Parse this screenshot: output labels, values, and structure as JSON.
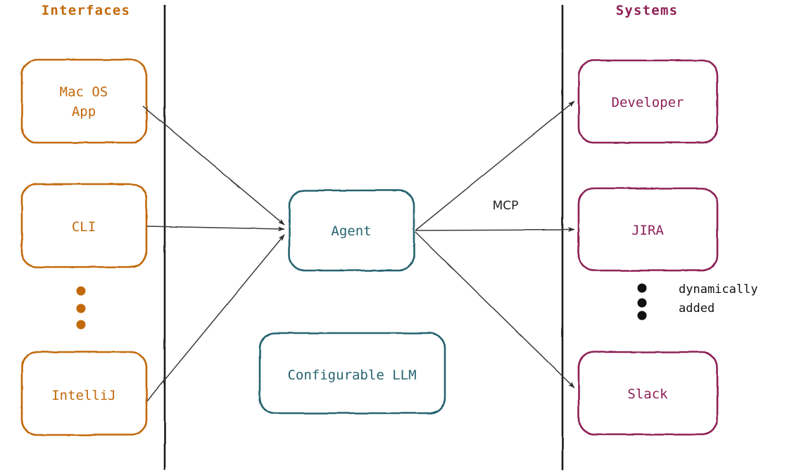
{
  "diagram": {
    "title_left": "Interfaces",
    "title_right": "Systems",
    "colors": {
      "interfaces": "#C2690B",
      "systems": "#8E2157",
      "agent": "#266470",
      "edge": "#3a3a3a",
      "divider": "#1a1a1a",
      "note": "#111111",
      "background": "#ffffff"
    },
    "interfaces": {
      "nodes": [
        {
          "id": "macos",
          "label_line1": "Mac OS",
          "label_line2": "App"
        },
        {
          "id": "cli",
          "label_line1": "CLI",
          "label_line2": ""
        },
        {
          "id": "intellij",
          "label_line1": "IntelliJ",
          "label_line2": ""
        }
      ],
      "ellipsis": "vertical-dots"
    },
    "core": {
      "agent_label": "Agent",
      "llm_label": "Configurable LLM"
    },
    "systems": {
      "nodes": [
        {
          "id": "developer",
          "label": "Developer"
        },
        {
          "id": "jira",
          "label": "JIRA"
        },
        {
          "id": "slack",
          "label": "Slack"
        }
      ],
      "ellipsis": "vertical-dots",
      "note_line1": "dynamically",
      "note_line2": "added"
    },
    "edges": {
      "mcp_label": "MCP"
    }
  }
}
